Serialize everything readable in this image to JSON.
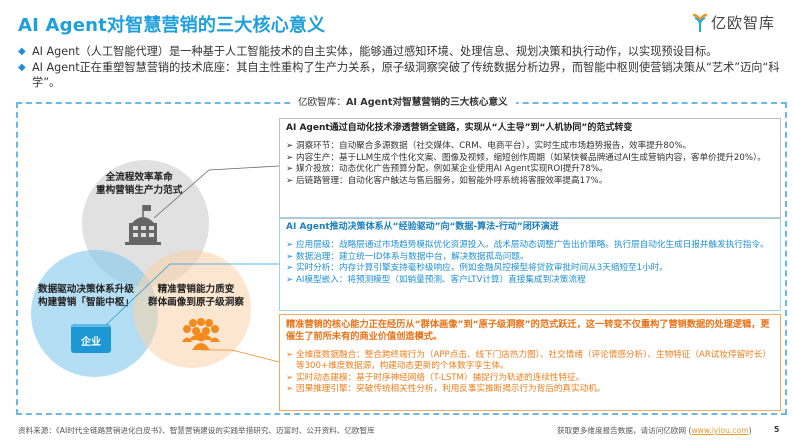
{
  "header": {
    "title": "AI Agent对智慧营销的三大核心意义",
    "logo_text": "亿欧智库"
  },
  "bullets": [
    "AI Agent（人工智能代理）是一种基于人工智能技术的自主实体，能够通过感知环境、处理信息、规划决策和执行动作，以实现预设目标。",
    "AI Agent正在重塑智慧营销的技术底座：其自主性重构了生产力关系，原子级洞察突破了传统数据分析边界，而智能中枢则使营销决策从“艺术”迈向“科学”。"
  ],
  "diagram": {
    "frame_title_prefix": "亿欧智库：",
    "frame_title_main": "AI Agent对智慧营销的三大核心意义",
    "circles": [
      {
        "name": "efficiency",
        "line1": "全流程效率革命",
        "line2": "重构营销生产力范式",
        "color": "#c8c8c8",
        "icon": "building-icon"
      },
      {
        "name": "decision",
        "line1": "数据驱动决策体系升级",
        "line2": "构建营销「智能中枢」",
        "color": "#82c8eb",
        "icon": "enterprise-icon",
        "icon_label": "企业"
      },
      {
        "name": "precision",
        "line1": "精准营销能力质变",
        "line2": "群体画像到原子级洞察",
        "color": "#fad2aa",
        "icon": "people-group-icon"
      }
    ]
  },
  "boxes": [
    {
      "head": "AI Agent通过自动化技术渗透营销全链路，实现从“人主导”到“人机协同”的范式转变",
      "items": [
        "洞察环节：自动聚合多源数据（社交媒体、CRM、电商平台），实时生成市场趋势报告，效率提升80%。",
        "内容生产：基于LLM生成个性化文案、图像及视频，缩短创作周期（如某快餐品牌通过AI生成营销内容，客单价提升20%）。",
        "媒介投放：动态优化广告预算分配，例如某企业使用AI Agent实现ROI提升78%。",
        "后链路管理：自动化客户触达与售后服务，如智能外呼系统将客服效率提高17%。"
      ],
      "border_color": "#bfbfbf"
    },
    {
      "head": "AI Agent推动决策体系从“经验驱动”向“数据-算法-行动”闭环演进",
      "items": [
        "应用层级：战略层通过市场趋势模拟优化资源投入。战术层动态调整广告出价策略。执行层自动化生成日报并触发执行指令。",
        "数据治理：建立统一ID体系与数据中台，解决数据孤岛问题。",
        "实时分析：内存计算引擎支持毫秒级响应，例如金融风控模型将贷款审批时间从3天缩短至1小时。",
        "AI模型嵌入：将预测模型（如销量预测、客户LTV计算）直接集成到决策流程"
      ],
      "border_color": "#9fd4ee"
    },
    {
      "head": "精准营销的核心能力正在经历从“群体画像”到“原子级洞察”的范式跃迁，这一转变不仅重构了营销数据的处理逻辑，更催生了前所未有的商业价值创造模式。",
      "items": [
        "全维度数据融合：整合跨终端行为（APP点击、线下门店热力图）、社交情绪（评论情感分析）、生物特征（AR试妆停留时长）等300+维度数据源，构建动态更新的个体数字孪生体。",
        "实时动态建模：基于时序神经网络（T-LSTM）捕捉行为轨迹的连续性特征。",
        "因果推理引擎：突破传统相关性分析，利用反事实推断揭示行为背后的真实动机。"
      ],
      "border_color": "#f4a860"
    }
  ],
  "footer": {
    "source": "资料来源：《AI时代全链路营销进化白皮书》、智慧营销建设的实践举措研究、迈富时、公开资料、亿欧智库",
    "cta_prefix": "获取更多维度报告数据，请访问亿欧网 (",
    "cta_link": "www.iyiou.com",
    "cta_suffix": ")",
    "page_number": "5"
  },
  "colors": {
    "accent_blue": "#1fa0dc",
    "accent_orange": "#ef7e1a",
    "frame_dashed": "#69b9e3"
  }
}
